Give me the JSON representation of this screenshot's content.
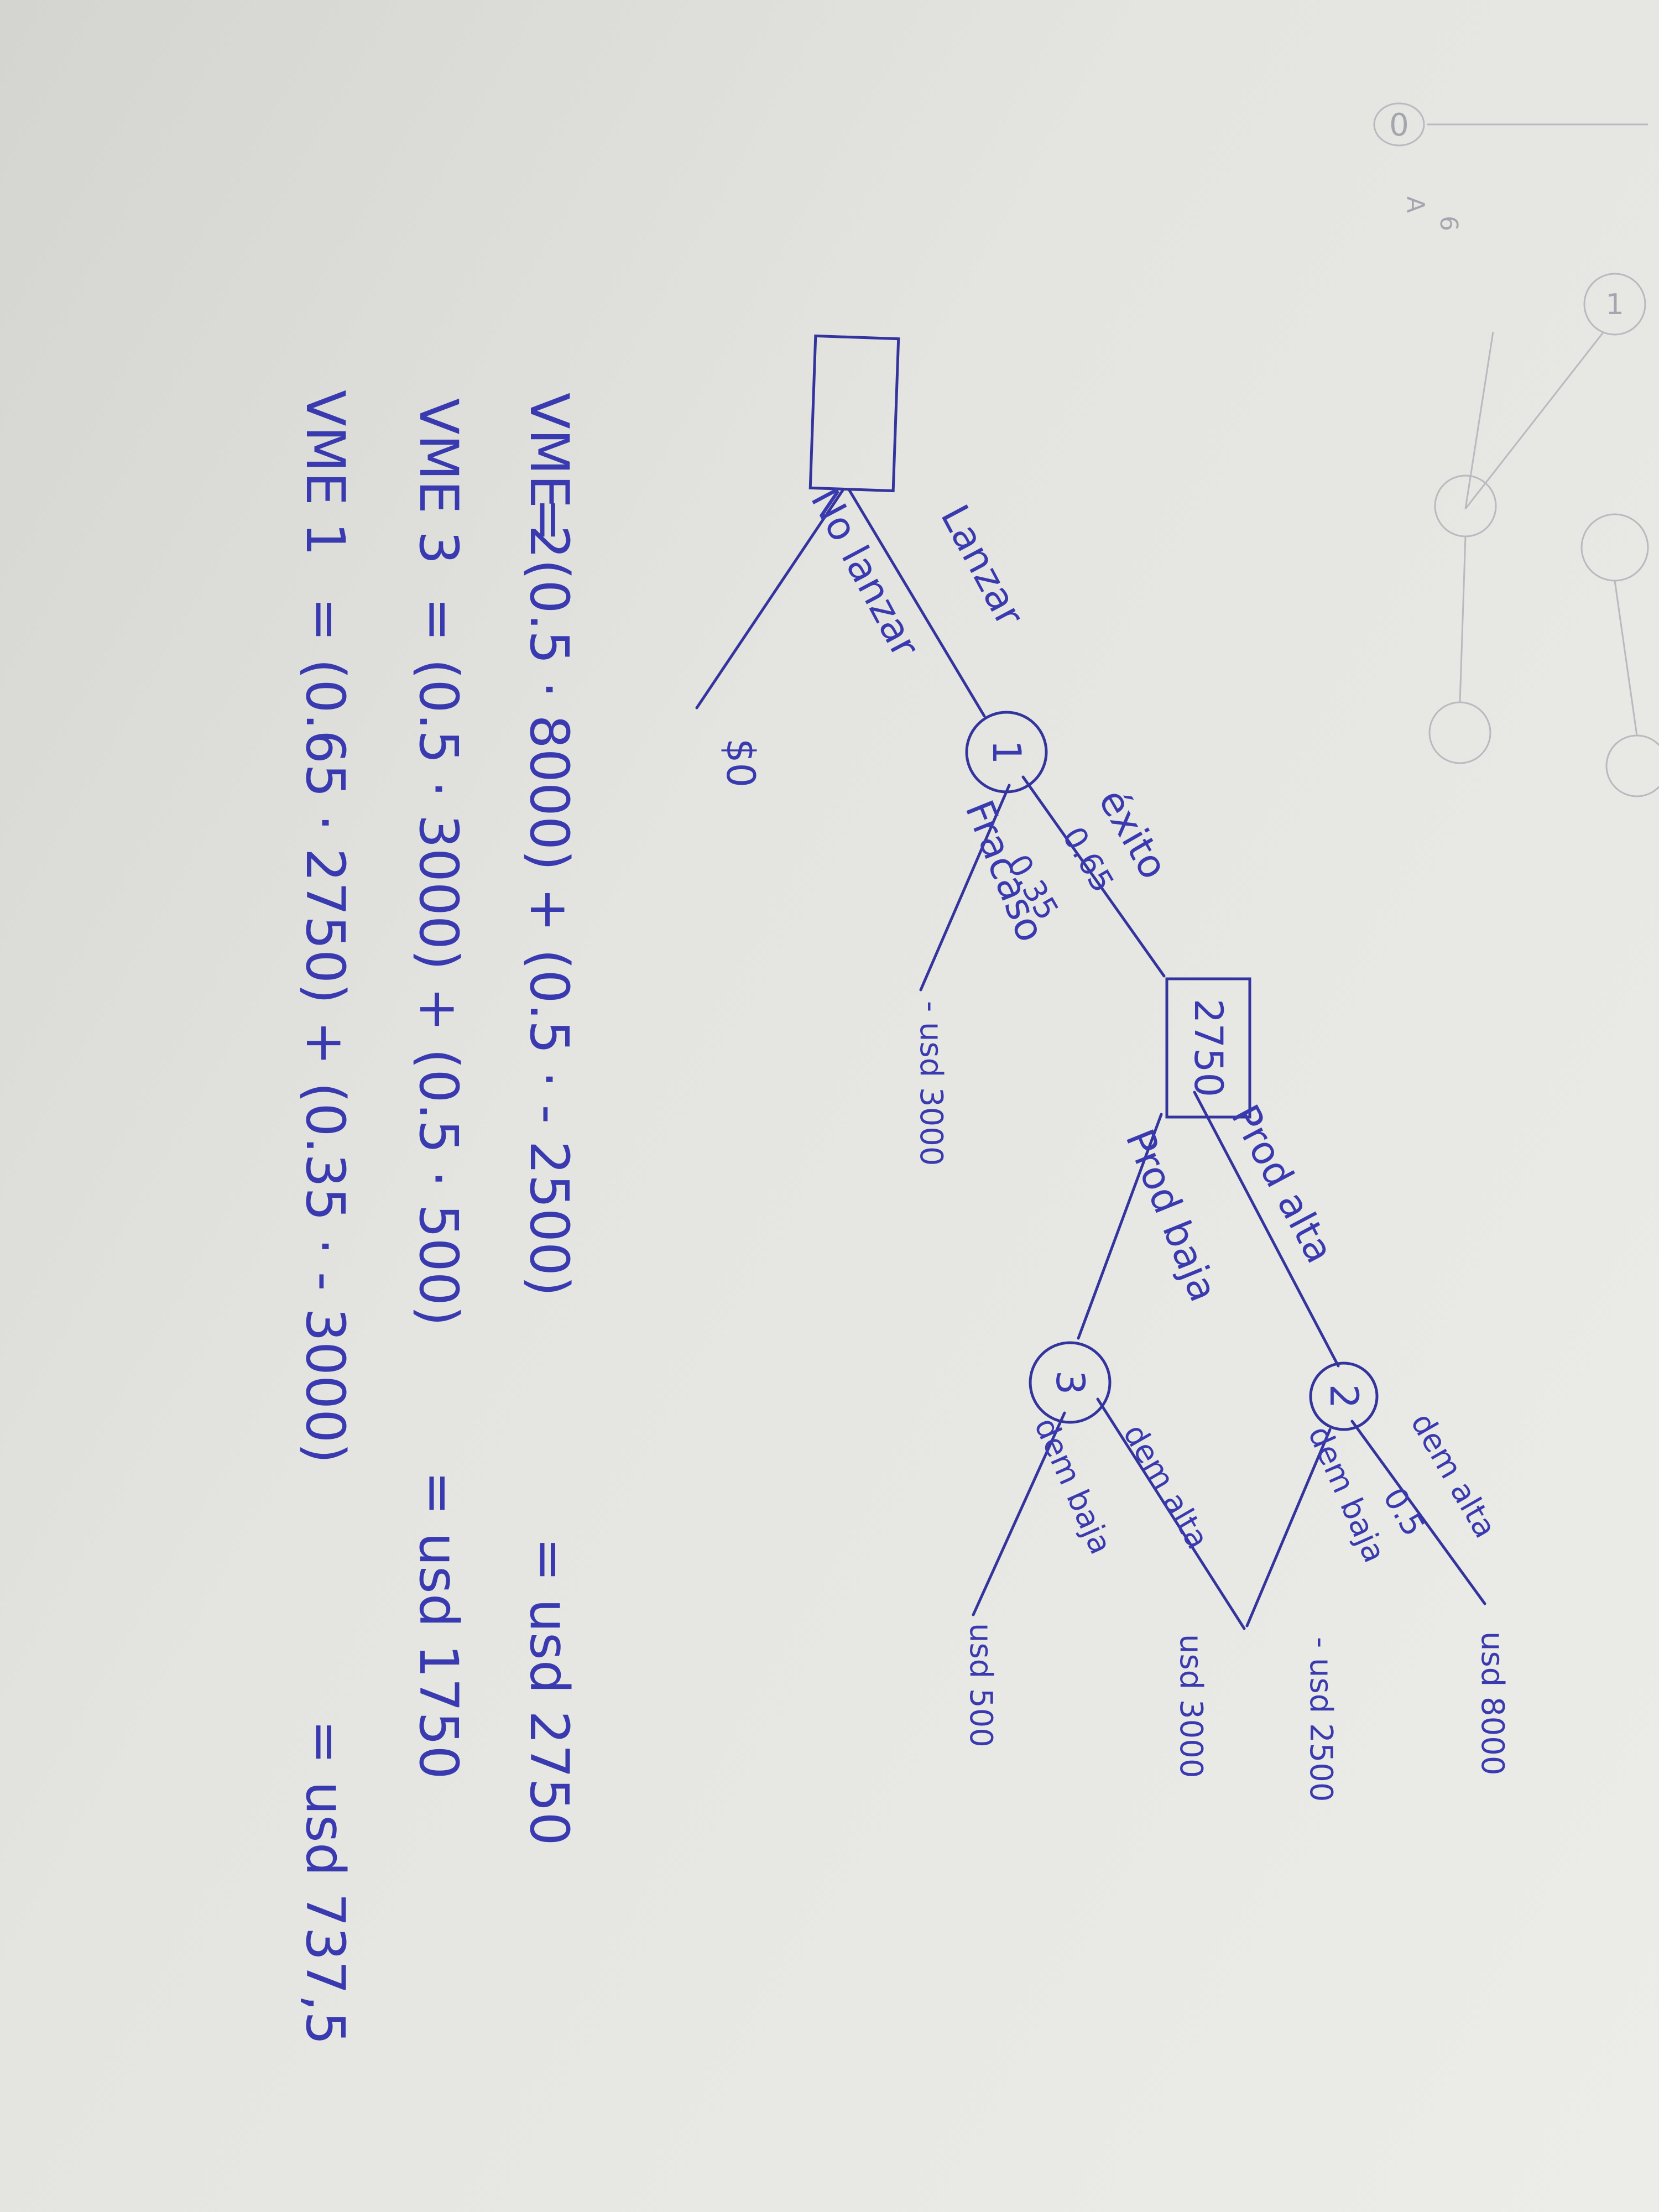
{
  "tree": {
    "decision_root": {
      "value": ""
    },
    "branch_launch": "Lanzar",
    "branch_no_launch": "No lanzar",
    "no_launch_payoff": "$0",
    "chance_1": {
      "id": "1",
      "success_label": "éxito",
      "success_prob": "0.65",
      "failure_label": "Fracaso",
      "failure_prob": "0.35",
      "failure_payoff": "- usd 3000"
    },
    "decision_2": {
      "value": "2750",
      "high_label": "Prod alta",
      "low_label": "Prod baja"
    },
    "chance_2": {
      "id": "2",
      "high_label": "dem alta",
      "high_prob": "0.5",
      "high_payoff": "usd 8000",
      "low_label": "dem baja",
      "low_payoff": "- usd 2500"
    },
    "chance_3": {
      "id": "3",
      "high_label": "dem alta",
      "high_payoff": "usd 3000",
      "low_label": "dem baja",
      "low_payoff": "usd 500"
    }
  },
  "equations": [
    {
      "name": "VME 2",
      "expr": "= (0.5 · 8000) + (0.5 · - 2500)",
      "result": "= usd 2750"
    },
    {
      "name": "VME 3",
      "expr": "= (0.5 · 3000) + (0.5 · 500)",
      "result": "= usd 1750"
    },
    {
      "name": "VME 1",
      "expr": "= (0.65 · 2750) + (0.35 · - 3000)",
      "result": "= usd 737,5"
    }
  ],
  "bleed_through": {
    "a": "0",
    "b": "6",
    "c": "A",
    "d": "1"
  }
}
